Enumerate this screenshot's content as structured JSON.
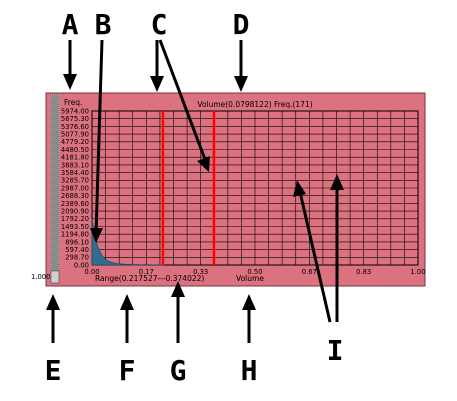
{
  "callouts": [
    "A",
    "B",
    "C",
    "D",
    "E",
    "F",
    "G",
    "H",
    "I"
  ],
  "histogram": {
    "freq_label": "Freq.",
    "header_text": "Volume(0.0798122) Freq.(171)",
    "y_ticks": [
      "5974.00",
      "5675.30",
      "5376.60",
      "5077.90",
      "4779.20",
      "4480.50",
      "4181.80",
      "3883.10",
      "3584.40",
      "3285.70",
      "2987.00",
      "2688.30",
      "2389.60",
      "2090.90",
      "1792.20",
      "1493.50",
      "1194.80",
      "896.10",
      "597.40",
      "298.70",
      "0.00"
    ],
    "x_ticks": [
      "0.00",
      "0.17",
      "0.33",
      "0.50",
      "0.67",
      "0.83",
      "1.00"
    ],
    "x_label": "Volume",
    "range_text": "Range(0.217527---0.374022)",
    "slider_value": "1.000",
    "selected_range": [
      0.217527,
      0.374022
    ],
    "colors": {
      "panel": "#dc7180",
      "grid": "#000000",
      "selection": "#ff0000",
      "histogram": "#2e6e8e",
      "slider": "#8a8a8a"
    }
  }
}
